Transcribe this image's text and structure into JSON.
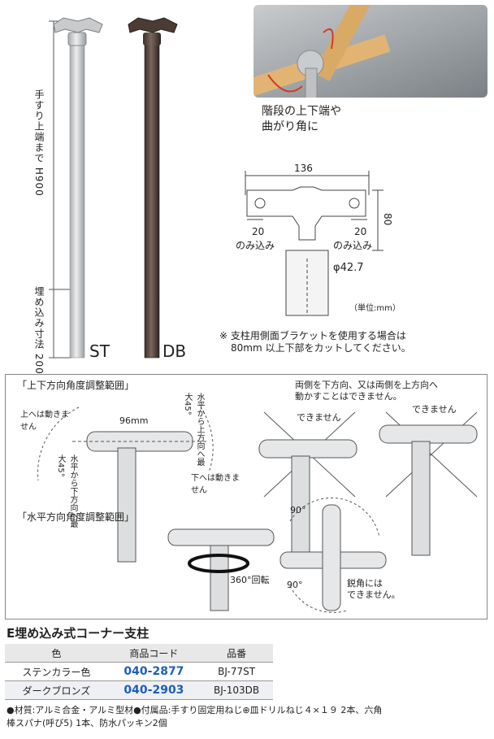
{
  "top": {
    "height_label": "手すり上端まで H900",
    "embed_label": "埋め込み寸法 200",
    "model_st": "ST",
    "model_db": "DB",
    "photo_caption_1": "階段の上下端や",
    "photo_caption_2": "曲がり角に",
    "unit_note": "（単位:mm）",
    "bracket_note_1": "※ 支柱用側面ブラケットを使用する場合は",
    "bracket_note_2": "80mm 以上下部をカットしてください。"
  },
  "dimensions": {
    "width": "136",
    "height": "80",
    "left_insert": "20",
    "right_insert": "20",
    "left_insert_label": "のみ込み",
    "right_insert_label": "のみ込み",
    "diameter": "φ42.7"
  },
  "adjust_box": {
    "vertical_title": "「上下方向角度調整範囲」",
    "up_no": "上へは動きません",
    "down_no": "下へは動きません",
    "width": "96mm",
    "up_max": "水平から上方向へ最大45°",
    "down_max": "水平から下方向へ最大45°",
    "both_note_1": "両側を下方向、又は両側を上方向へ",
    "both_note_2": "動かすことはできません。",
    "cannot_1": "できません",
    "cannot_2": "できません",
    "horizontal_title": "「水平方向角度調整範囲」",
    "rotate": "360°回転",
    "angle_a": "90°",
    "angle_b": "90°",
    "acute_1": "鋭角には",
    "acute_2": "できません。"
  },
  "product": {
    "title": "E埋め込み式コーナー支柱",
    "headers": [
      "色",
      "商品コード",
      "品番"
    ],
    "rows": [
      {
        "color": "ステンカラー色",
        "code": "040-2877",
        "part": "BJ-77ST"
      },
      {
        "color": "ダークブロンズ",
        "code": "040-2903",
        "part": "BJ-103DB"
      }
    ],
    "spec_1": "●材質:アルミ合金・アルミ型材●付属品:手すり固定用ねじ⊕皿ドリルねじ４×１９ 2本、六角",
    "spec_2": "棒スパナ(呼び5) 1本、防水パッキン2個"
  }
}
